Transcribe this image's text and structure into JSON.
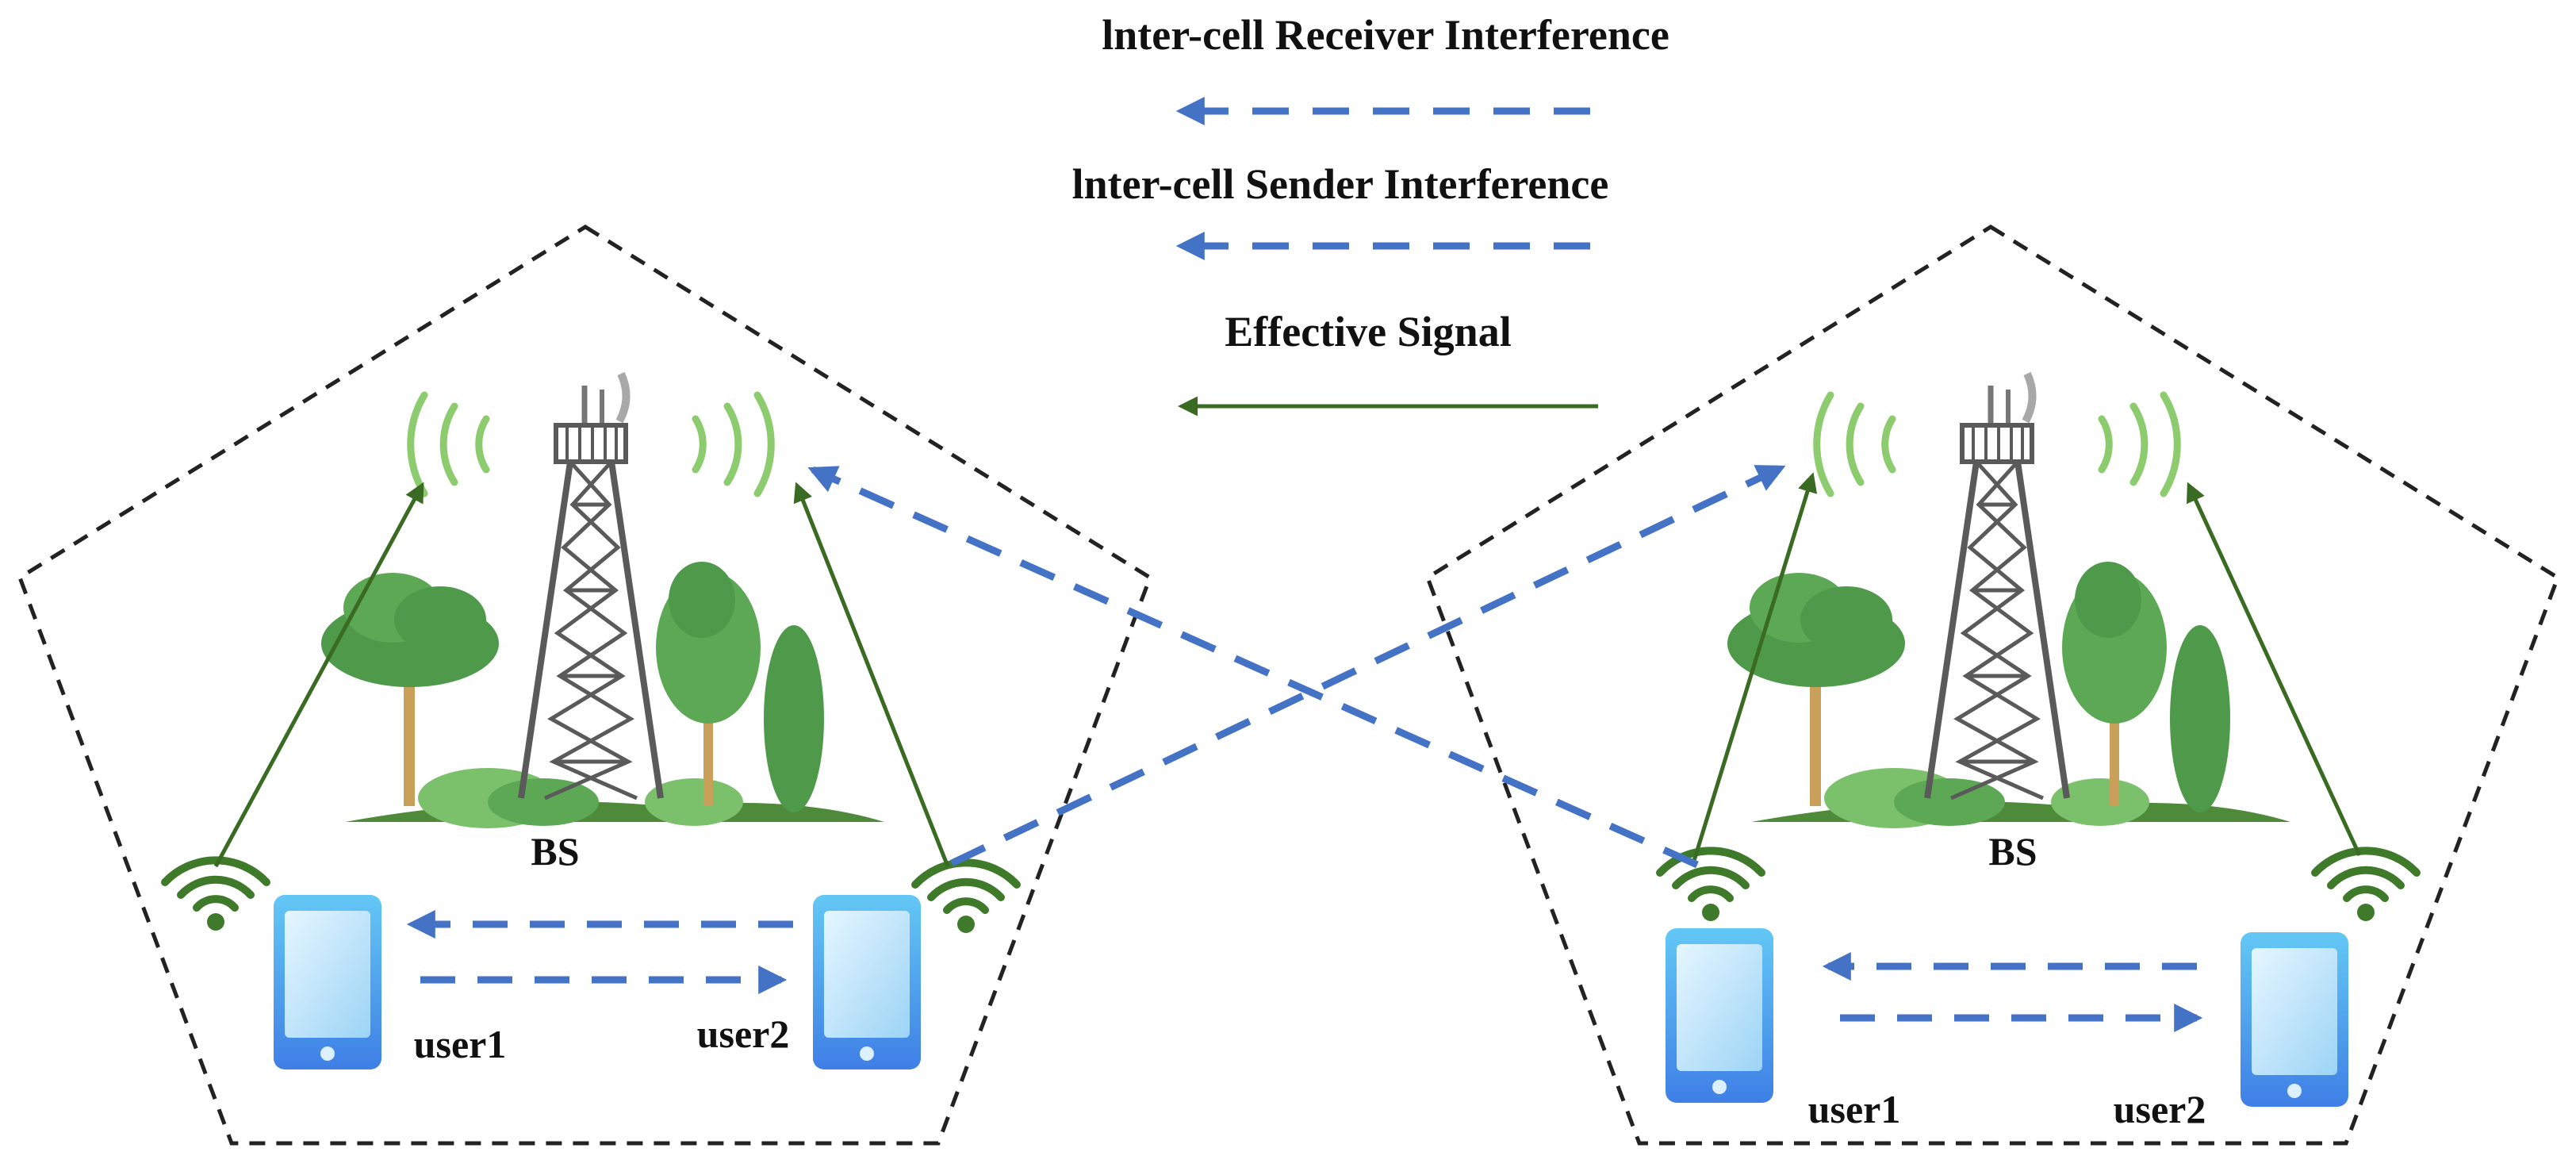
{
  "legend": {
    "receiver_interference": "lnter-cell Receiver Interference",
    "sender_interference": "lnter-cell Sender Interference",
    "effective_signal": "Effective Signal"
  },
  "cells": [
    {
      "bs_label": "BS",
      "user1_label": "user1",
      "user2_label": "user2"
    },
    {
      "bs_label": "BS",
      "user1_label": "user1",
      "user2_label": "user2"
    }
  ],
  "colors": {
    "interference": "#4472C4",
    "effective_signal": "#3A6B22",
    "cell_border": "#222222",
    "wifi": "#3F7A2A",
    "signal_waves": "#8CCB6E",
    "tower": "#5A5A5A",
    "tree_dark": "#4F9A4A",
    "tree_light": "#7BC06A",
    "ground": "#4E8A3A",
    "phone_body": "#4A8EE8",
    "phone_screen": "#BEE4FB"
  }
}
